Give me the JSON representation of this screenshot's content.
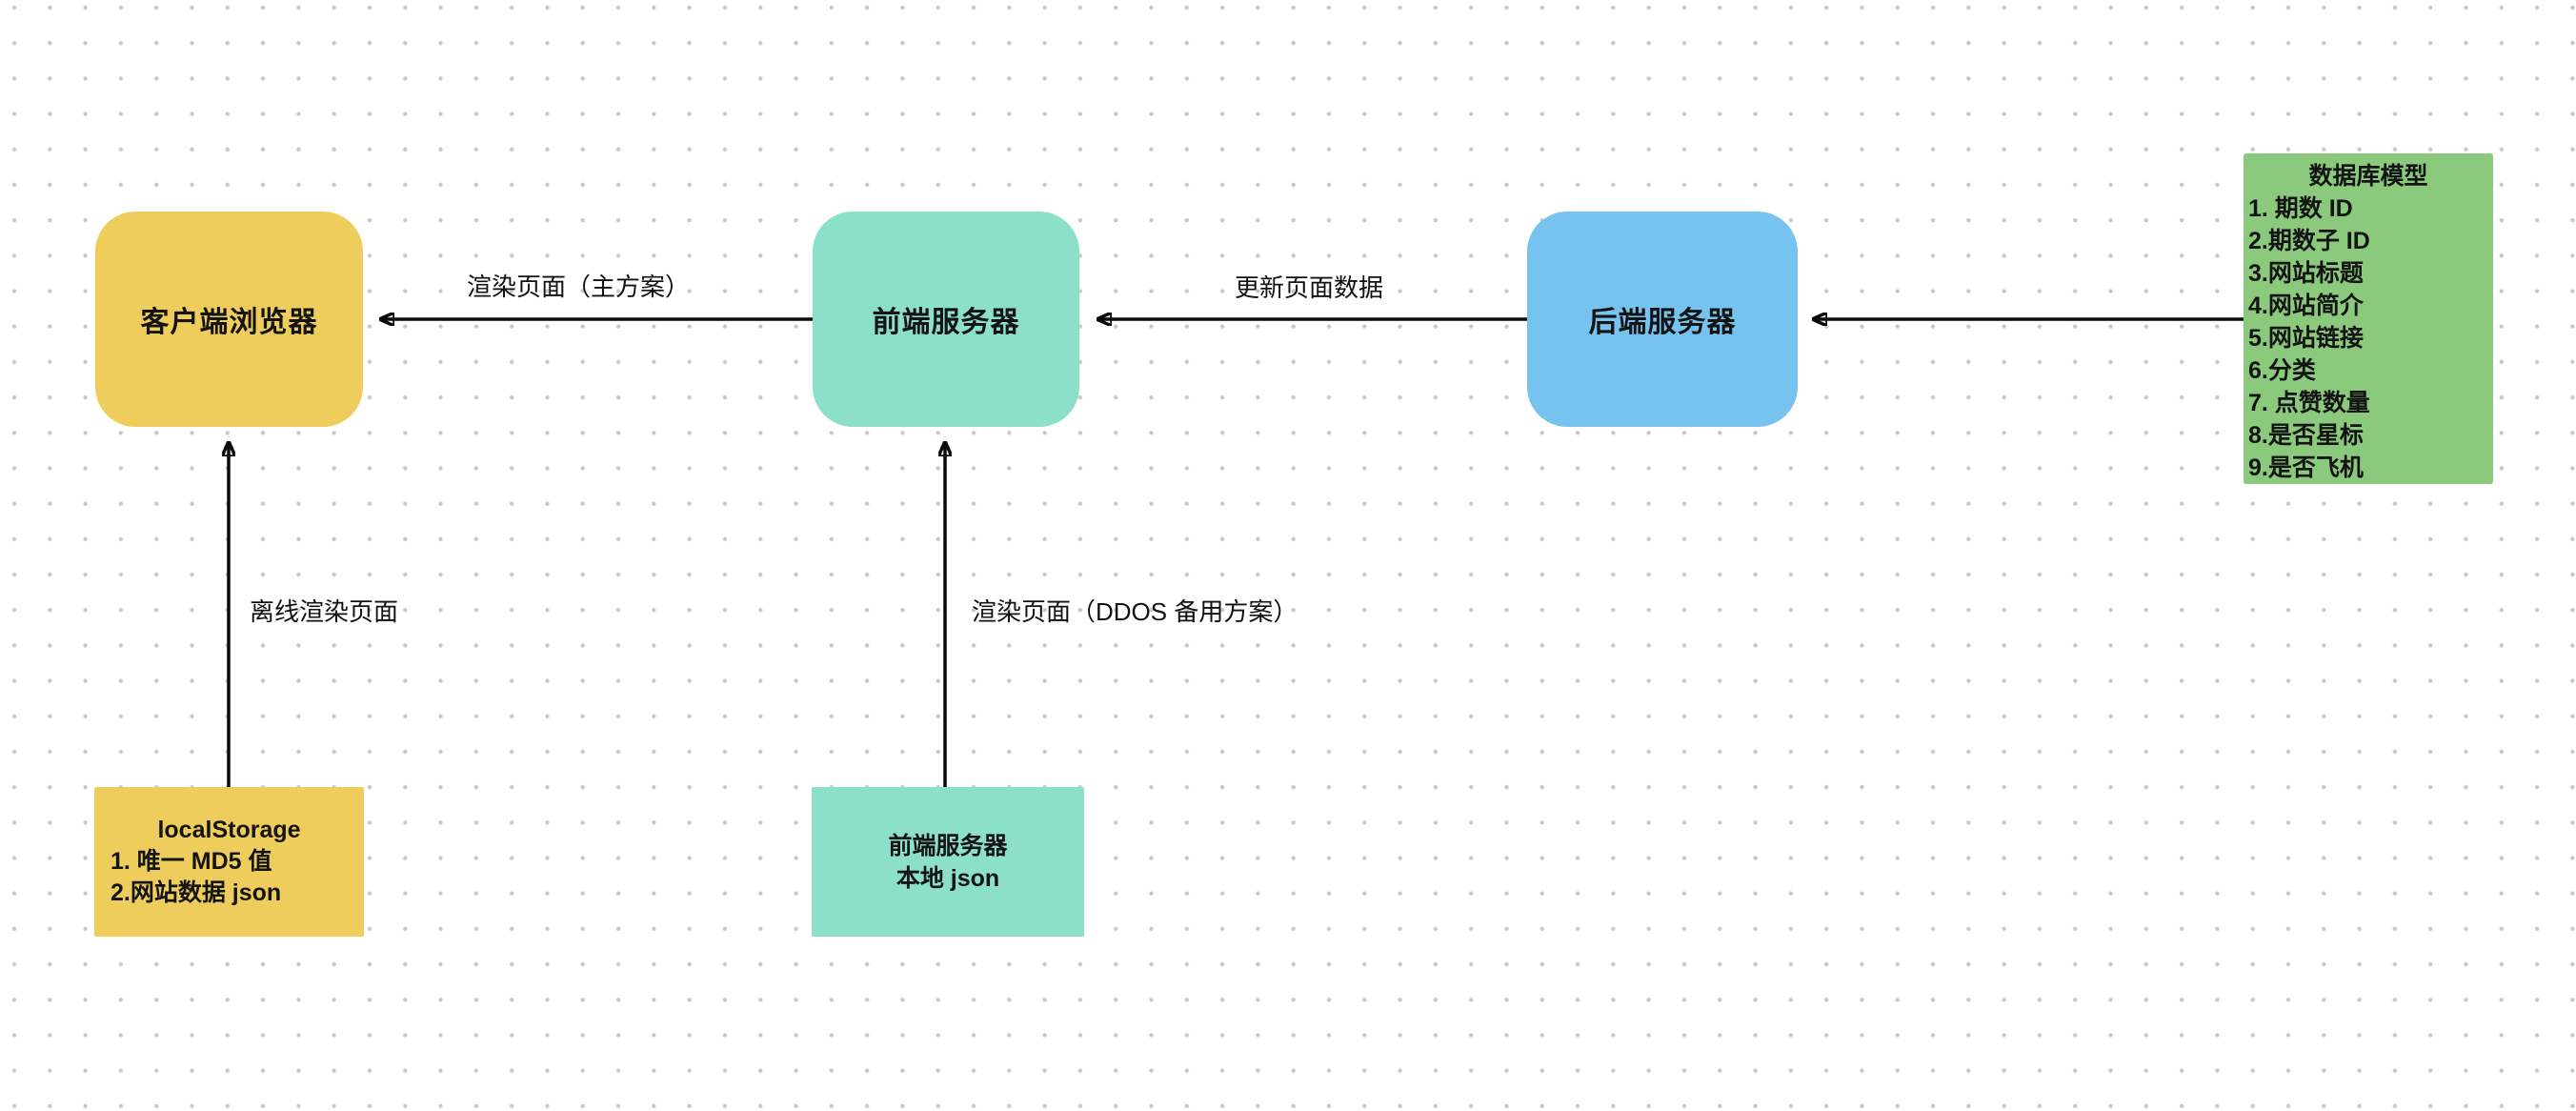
{
  "canvas": {
    "background_color": "#ffffff",
    "dot_grid_color": "#c7c7c7"
  },
  "nodes": {
    "client_browser": {
      "label": "客户端浏览器",
      "color": "#efcd5c"
    },
    "frontend_server": {
      "label": "前端服务器",
      "color": "#8ce0c9"
    },
    "backend_server": {
      "label": "后端服务器",
      "color": "#77c3ef"
    },
    "database_model": {
      "title": "数据库模型",
      "color": "#8bc97c",
      "items": [
        "1. 期数 ID",
        "2.期数子 ID",
        "3.网站标题",
        "4.网站简介",
        "5.网站链接",
        "6.分类",
        "7. 点赞数量",
        "8.是否星标",
        "9.是否飞机"
      ]
    },
    "local_storage": {
      "title": "localStorage",
      "color": "#efcd5c",
      "items": [
        "1. 唯一 MD5 值",
        "2.网站数据 json"
      ]
    },
    "frontend_local_json": {
      "line1": "前端服务器",
      "line2": "本地 json",
      "color": "#8ce0c9"
    }
  },
  "edges": {
    "render_main": {
      "label": "渲染页面（主方案）"
    },
    "update_page_data": {
      "label": "更新页面数据"
    },
    "db_to_backend": {
      "label": ""
    },
    "offline_render": {
      "label": "离线渲染页面"
    },
    "render_ddos": {
      "label": "渲染页面（DDOS 备用方案）"
    }
  }
}
